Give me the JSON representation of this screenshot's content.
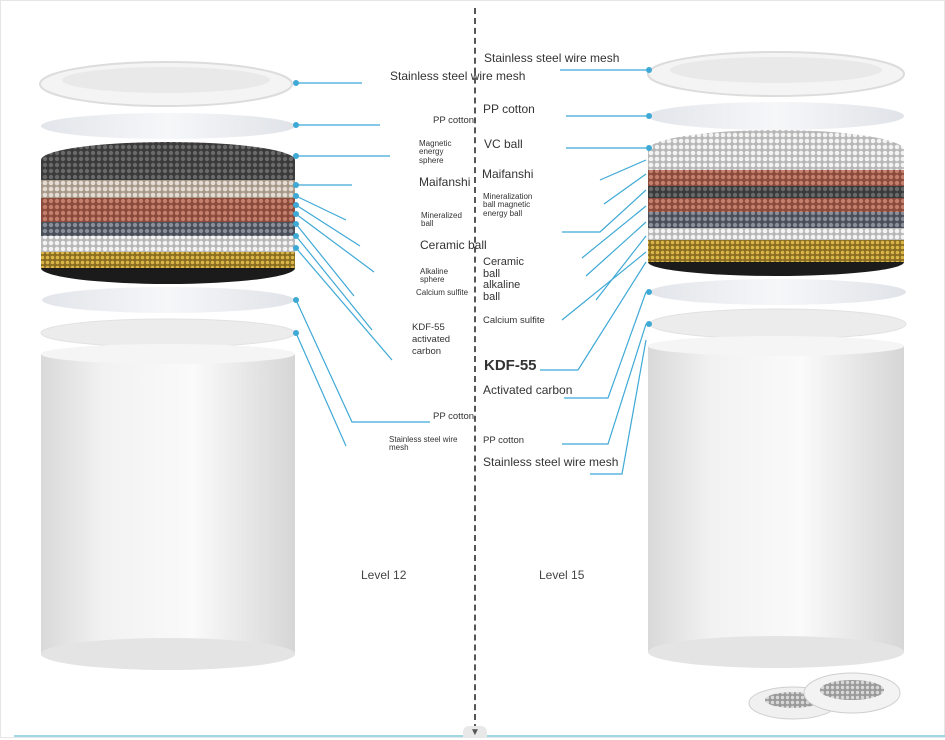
{
  "left": {
    "labels": {
      "mesh_top": "Stainless steel wire mesh",
      "pp_cotton_top": "PP cotton",
      "magnetic": "Magnetic energy sphere",
      "maifanshi": "Maifanshi",
      "mineralized": "Mineralized ball",
      "ceramic": "Ceramic ball",
      "alkaline": "Alkaline sphere",
      "calcium": "Calcium sulfite",
      "kdf": "KDF-55 activated carbon",
      "pp_cotton_bottom": "PP cotton",
      "mesh_bottom": "Stainless steel wire mesh"
    },
    "level": "Level 12"
  },
  "right": {
    "labels": {
      "mesh_top": "Stainless steel wire mesh",
      "pp_cotton_top": "PP cotton",
      "vc_ball": "VC ball",
      "maifanshi": "Maifanshi",
      "mineralization": "Mineralization ball magnetic energy ball",
      "ceramic_alkaline": "Ceramic ball alkaline ball",
      "calcium": "Calcium sulfite",
      "kdf": "KDF-55",
      "activated": "Activated carbon",
      "pp_cotton_bottom": "PP cotton",
      "mesh_bottom": "Stainless steel wire mesh"
    },
    "level": "Level 15"
  },
  "colors": {
    "leader_line": "#3fa9d6",
    "divider": "#555555",
    "accent_rule": "#9fd8e4"
  },
  "icons": {
    "scroll": "chevron-down-icon"
  }
}
